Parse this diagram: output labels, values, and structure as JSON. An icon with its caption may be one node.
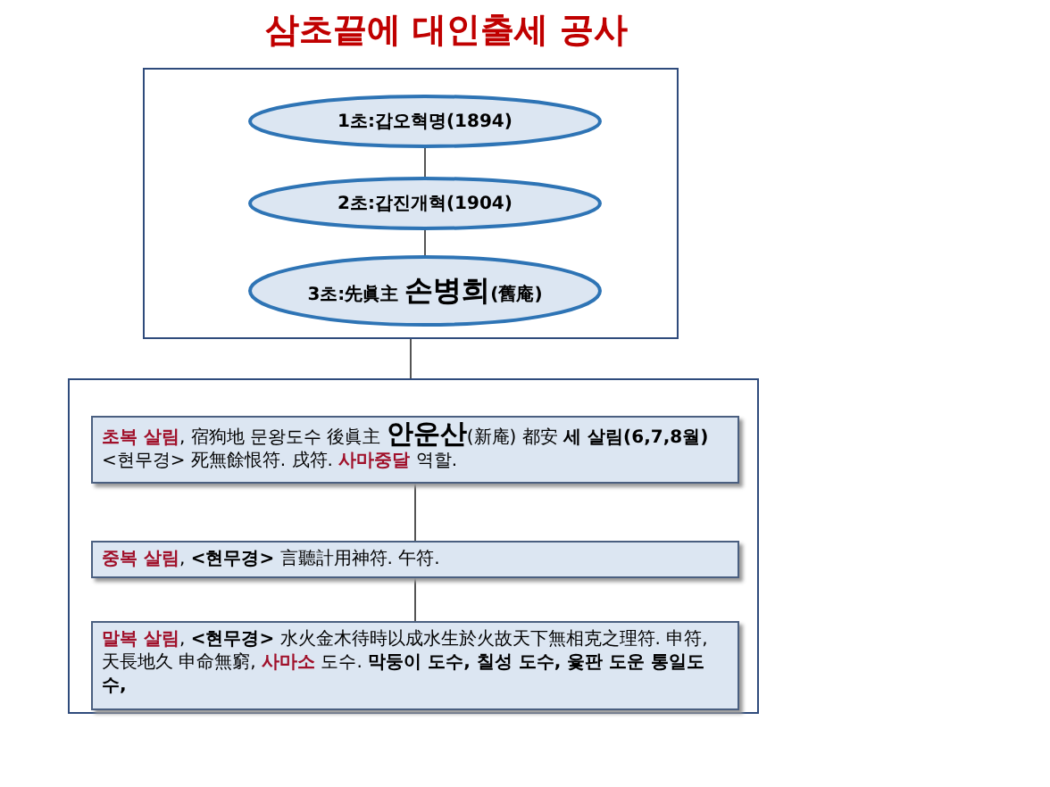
{
  "diagram": {
    "title": "삼초끝에 대인출세 공사",
    "nodes": [
      {
        "text": [],
        "shape": "box"
      },
      {
        "text": [
          "1초:갑오혁명(1894)"
        ],
        "in": 0
      },
      {
        "text": [
          "2초:갑진개혁(1904)"
        ],
        "in": 0
      },
      {
        "text": [
          "3초:先眞主 **손병희**(舊庵)"
        ],
        "in": 0
      },
      {
        "text": [],
        "shape": "box"
      },
      {
        "text": [
          "**초복 살림**, 宿狗地 문왕도수 後眞主 **안운산**(新庵) 都安 **세 살림(6,7,8월)** <현무경> 死無餘恨符. 戌符. **사마중달** 역할."
        ],
        "in": 4
      },
      {
        "text": [
          "**중복 살림**, **<현무경>** 言聽計用神符. 午符."
        ],
        "in": 4
      },
      {
        "text": [
          "**말복 살림**, **<현무경>** 水火金木待時以成水生於火故天下無相克之理符. 申符, 天長地久 申命無窮, **사마소** 도수. **막둥이 도수, 칠성 도수, 윷판 도운 통일도수,**"
        ],
        "in": 4
      }
    ],
    "edges": [
      {
        "from": 1,
        "to": 2,
        "arrow": "none"
      },
      {
        "from": 2,
        "to": 3,
        "arrow": "none"
      },
      {
        "from": 0,
        "to": 4,
        "arrow": "none"
      },
      {
        "from": 5,
        "to": 6,
        "arrow": "none"
      },
      {
        "from": 6,
        "to": 7,
        "arrow": "none"
      }
    ]
  }
}
